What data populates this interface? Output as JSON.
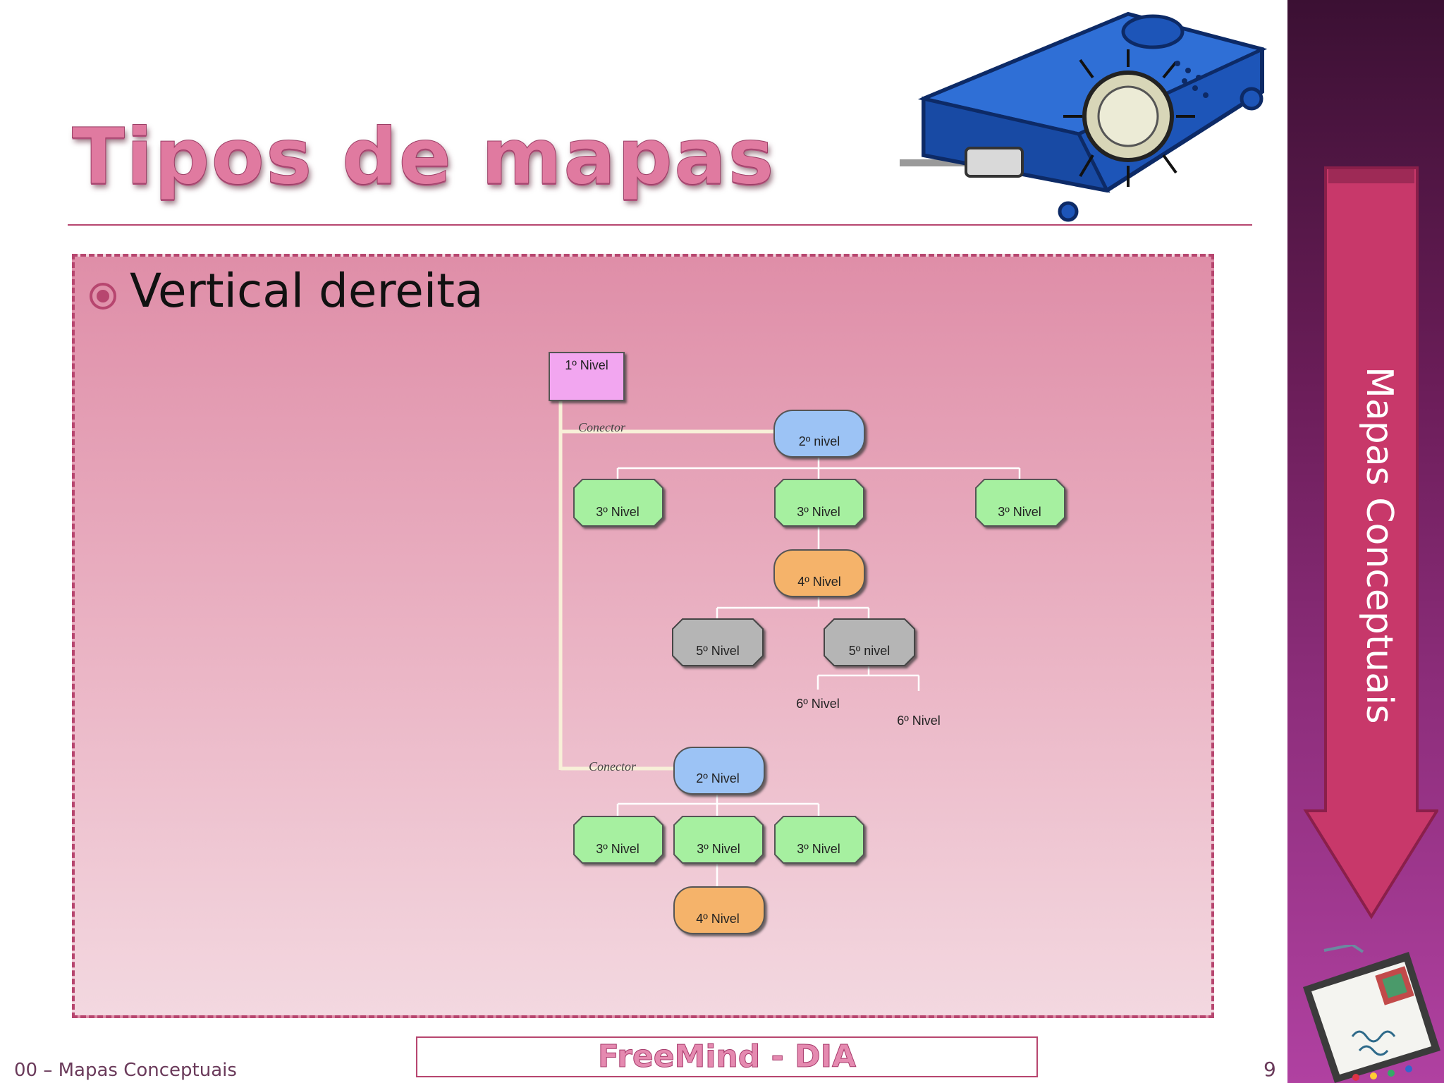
{
  "slide": {
    "title": "Tipos de mapas",
    "bullet": "Vertical dereita",
    "sidebar_label": "Mapas Conceptuais",
    "footer_left": "00 – Mapas Conceptuais",
    "footer_center": "FreeMind - DIA",
    "page_number": "9"
  },
  "diagram": {
    "level1": "1º Nivel",
    "connector_1": "Conector",
    "level2_a": "2º nivel",
    "level3_a1": "3º Nivel",
    "level3_a2": "3º Nivel",
    "level3_a3": "3º Nivel",
    "level4_a": "4º Nivel",
    "level5_a1": "5º Nivel",
    "level5_a2": "5º nivel",
    "level6_a1": "6º Nivel",
    "level6_a2": "6º Nivel",
    "connector_2": "Conector",
    "level2_b": "2º Nivel",
    "level3_b1": "3º Nivel",
    "level3_b2": "3º Nivel",
    "level3_b3": "3º Nivel",
    "level4_b": "4º Nivel"
  },
  "colors": {
    "accent": "#b7466f",
    "level1": "#f2a6f0",
    "level2": "#9cc3f5",
    "level3": "#a6f0a0",
    "level4": "#f5b36b",
    "level5": "#b5b5b5"
  }
}
